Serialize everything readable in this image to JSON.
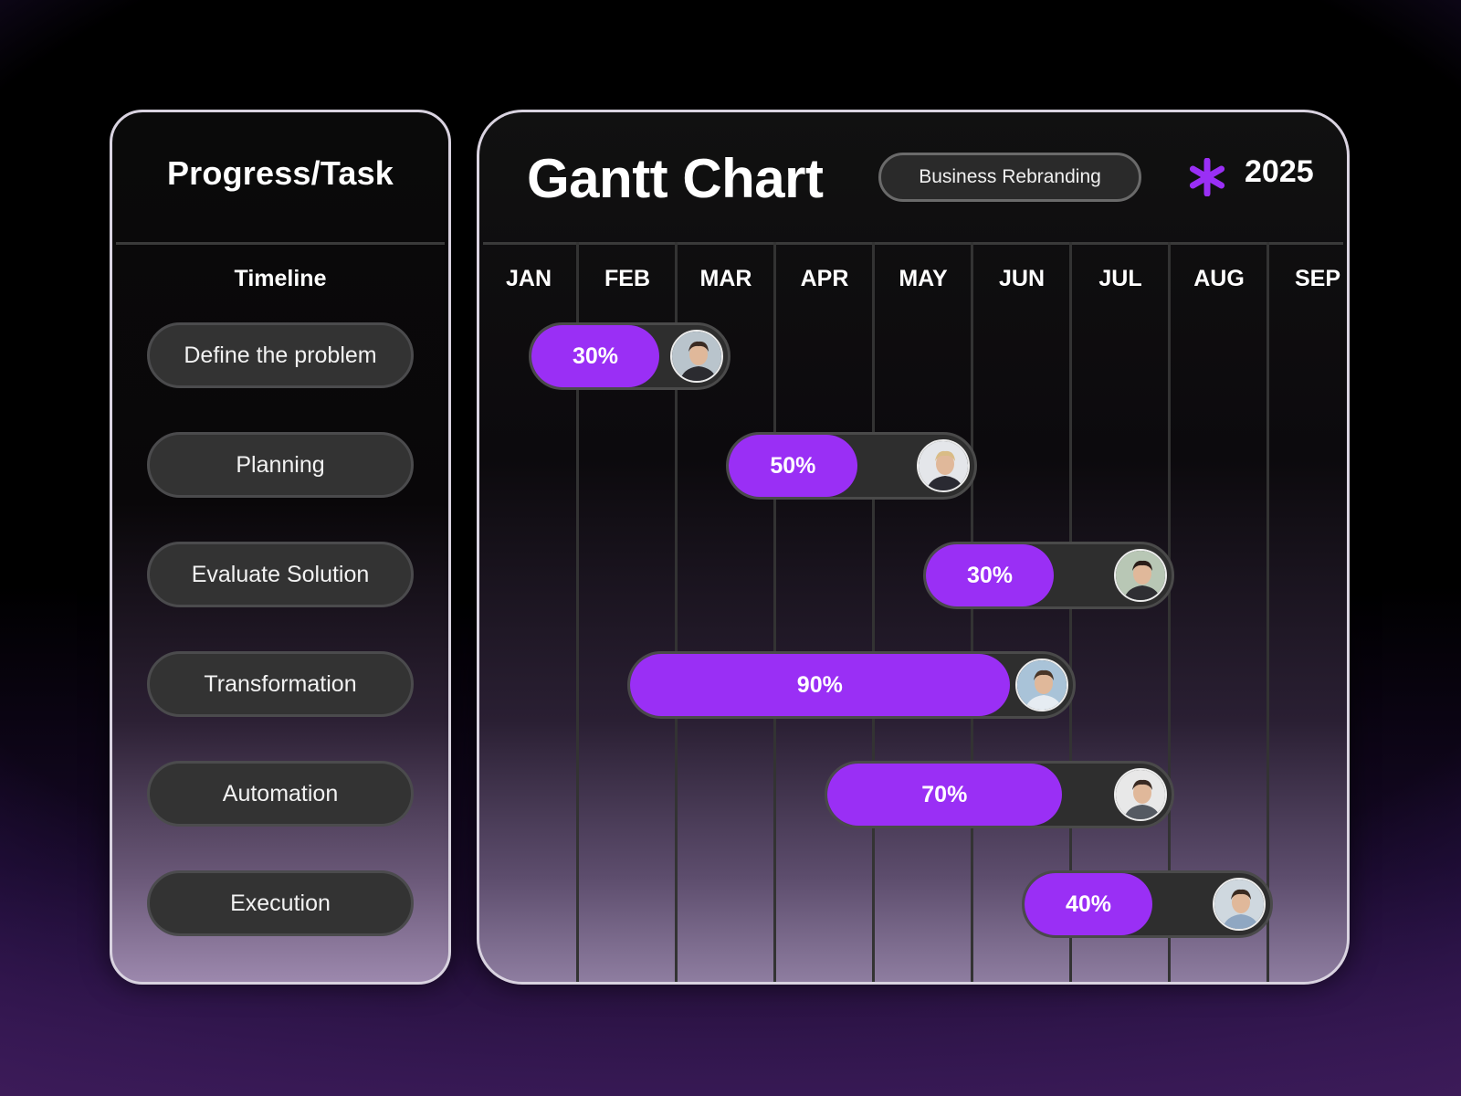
{
  "left_panel": {
    "title": "Progress/Task",
    "subtitle": "Timeline",
    "tasks": [
      "Define the problem",
      "Planning",
      "Evaluate Solution",
      "Transformation",
      "Automation",
      "Execution"
    ]
  },
  "header": {
    "title": "Gantt Chart",
    "badge": "Business Rebranding",
    "year": "2025",
    "icon": "asterisk-star-icon"
  },
  "colors": {
    "accent": "#9a2ff5",
    "panel_border": "#d9d3e0",
    "track": "#2e2e2e",
    "pill": "#333333"
  },
  "chart_data": {
    "type": "gantt",
    "months": [
      "JAN",
      "FEB",
      "MAR",
      "APR",
      "MAY",
      "JUN",
      "JUL",
      "AUG",
      "SEP"
    ],
    "tasks": [
      {
        "task": "Define the problem",
        "start_month": "JAN",
        "end_month": "MAR",
        "start": 0.5,
        "end": 2.55,
        "progress": 30,
        "label": "30%",
        "assignee_avatar": "man-suit-glasses"
      },
      {
        "task": "Planning",
        "start_month": "MAR",
        "end_month": "MAY",
        "start": 2.5,
        "end": 5.05,
        "progress": 50,
        "label": "50%",
        "assignee_avatar": "woman-blonde-suit"
      },
      {
        "task": "Evaluate Solution",
        "start_month": "MAY",
        "end_month": "AUG",
        "start": 4.5,
        "end": 7.05,
        "progress": 30,
        "label": "30%",
        "assignee_avatar": "woman-dark-hair"
      },
      {
        "task": "Transformation",
        "start_month": "FEB",
        "end_month": "JUN",
        "start": 1.5,
        "end": 6.05,
        "progress": 90,
        "label": "90%",
        "assignee_avatar": "man-white-shirt"
      },
      {
        "task": "Automation",
        "start_month": "APR",
        "end_month": "JUL",
        "start": 3.5,
        "end": 7.05,
        "progress": 70,
        "label": "70%",
        "assignee_avatar": "woman-grey-suit"
      },
      {
        "task": "Execution",
        "start_month": "JUN",
        "end_month": "SEP",
        "start": 5.5,
        "end": 8.05,
        "progress": 40,
        "label": "40%",
        "assignee_avatar": "man-beard"
      }
    ]
  }
}
